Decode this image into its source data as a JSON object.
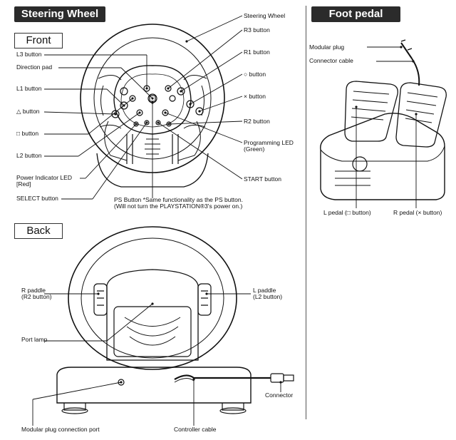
{
  "headers": {
    "steering_wheel": "Steering Wheel",
    "foot_pedal": "Foot pedal"
  },
  "sections": {
    "front": "Front",
    "back": "Back"
  },
  "front_labels": {
    "steering_wheel": "Steering Wheel",
    "r3": "R3 button",
    "r1": "R1 button",
    "circle": "○ button",
    "cross": "× button",
    "r2": "R2 button",
    "prog_led_1": "Programming LED",
    "prog_led_2": "(Green)",
    "start": "START button",
    "l3": "L3 button",
    "dpad": "Direction pad",
    "l1": "L1 button",
    "triangle": "△ button",
    "square": "□ button",
    "l2": "L2 button",
    "power_led_1": "Power Indicator LED",
    "power_led_2": "[Red]",
    "select": "SELECT button",
    "ps_1": "PS Button *Same functionality as the PS button.",
    "ps_2": "(Will not turn the PLAYSTATION®3's power on.)"
  },
  "back_labels": {
    "r_paddle_1": "R paddle",
    "r_paddle_2": "(R2 button)",
    "l_paddle_1": "L paddle",
    "l_paddle_2": "(L2 button)",
    "port_lamp": "Port lamp",
    "connector": "Connector",
    "modular_port": "Modular plug connection port",
    "controller_cable": "Controller cable"
  },
  "pedal_labels": {
    "modular_plug": "Modular plug",
    "connector_cable": "Connector cable",
    "l_pedal": "L pedal (□ button)",
    "r_pedal": "R pedal (× button)"
  }
}
